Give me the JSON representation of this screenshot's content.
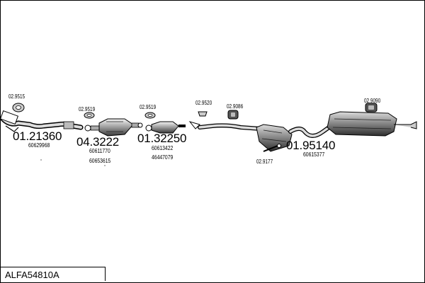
{
  "diagram": {
    "code": "ALFA54810A",
    "parts": [
      {
        "id": "p1",
        "ref": "01.21360",
        "oem": [
          "60629968"
        ]
      },
      {
        "id": "p2",
        "ref": "04.3222",
        "oem": [
          "60611770",
          "60653615"
        ]
      },
      {
        "id": "p3",
        "ref": "01.32250",
        "oem": [
          "60613422",
          "46447079"
        ]
      },
      {
        "id": "p4",
        "ref": "01.95140",
        "oem": [
          "60615377"
        ]
      }
    ],
    "fittings": [
      "02.9515",
      "02.9519",
      "02.9519",
      "02.9520",
      "02.9086",
      "02.9177",
      "02.9090"
    ]
  }
}
